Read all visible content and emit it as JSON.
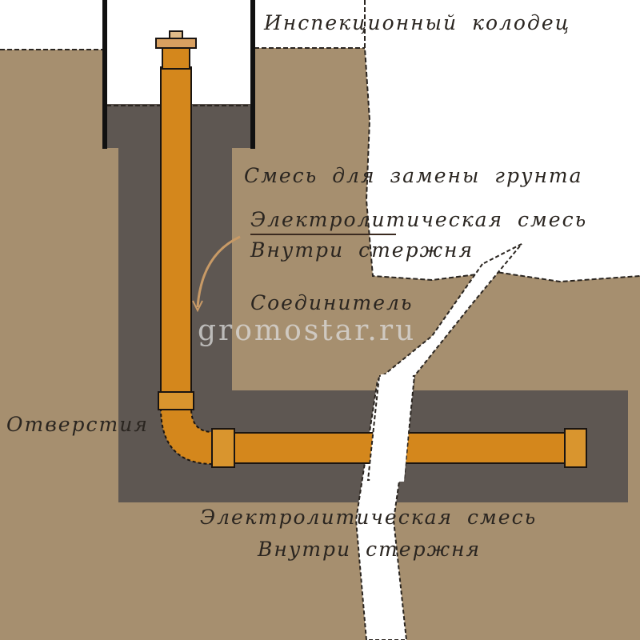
{
  "labels": {
    "inspection_well": "Инспекционный колодец",
    "soil_replacement_mix": "Смесь для замены грунта",
    "electrolytic_mix_top": "Электролитическая смесь",
    "inside_rod_top": "Внутри стержня",
    "connector": "Соединитель",
    "holes": "Отверстия",
    "electrolytic_mix_bottom": "Электролитическая смесь",
    "inside_rod_bottom": "Внутри стержня"
  },
  "watermark": "gromostar.ru",
  "colors": {
    "soil": "#a68f6f",
    "mix": "#5e5752",
    "pipe": "#d4871c",
    "pipe_light": "#e3a55a",
    "outline": "#1a1512"
  }
}
